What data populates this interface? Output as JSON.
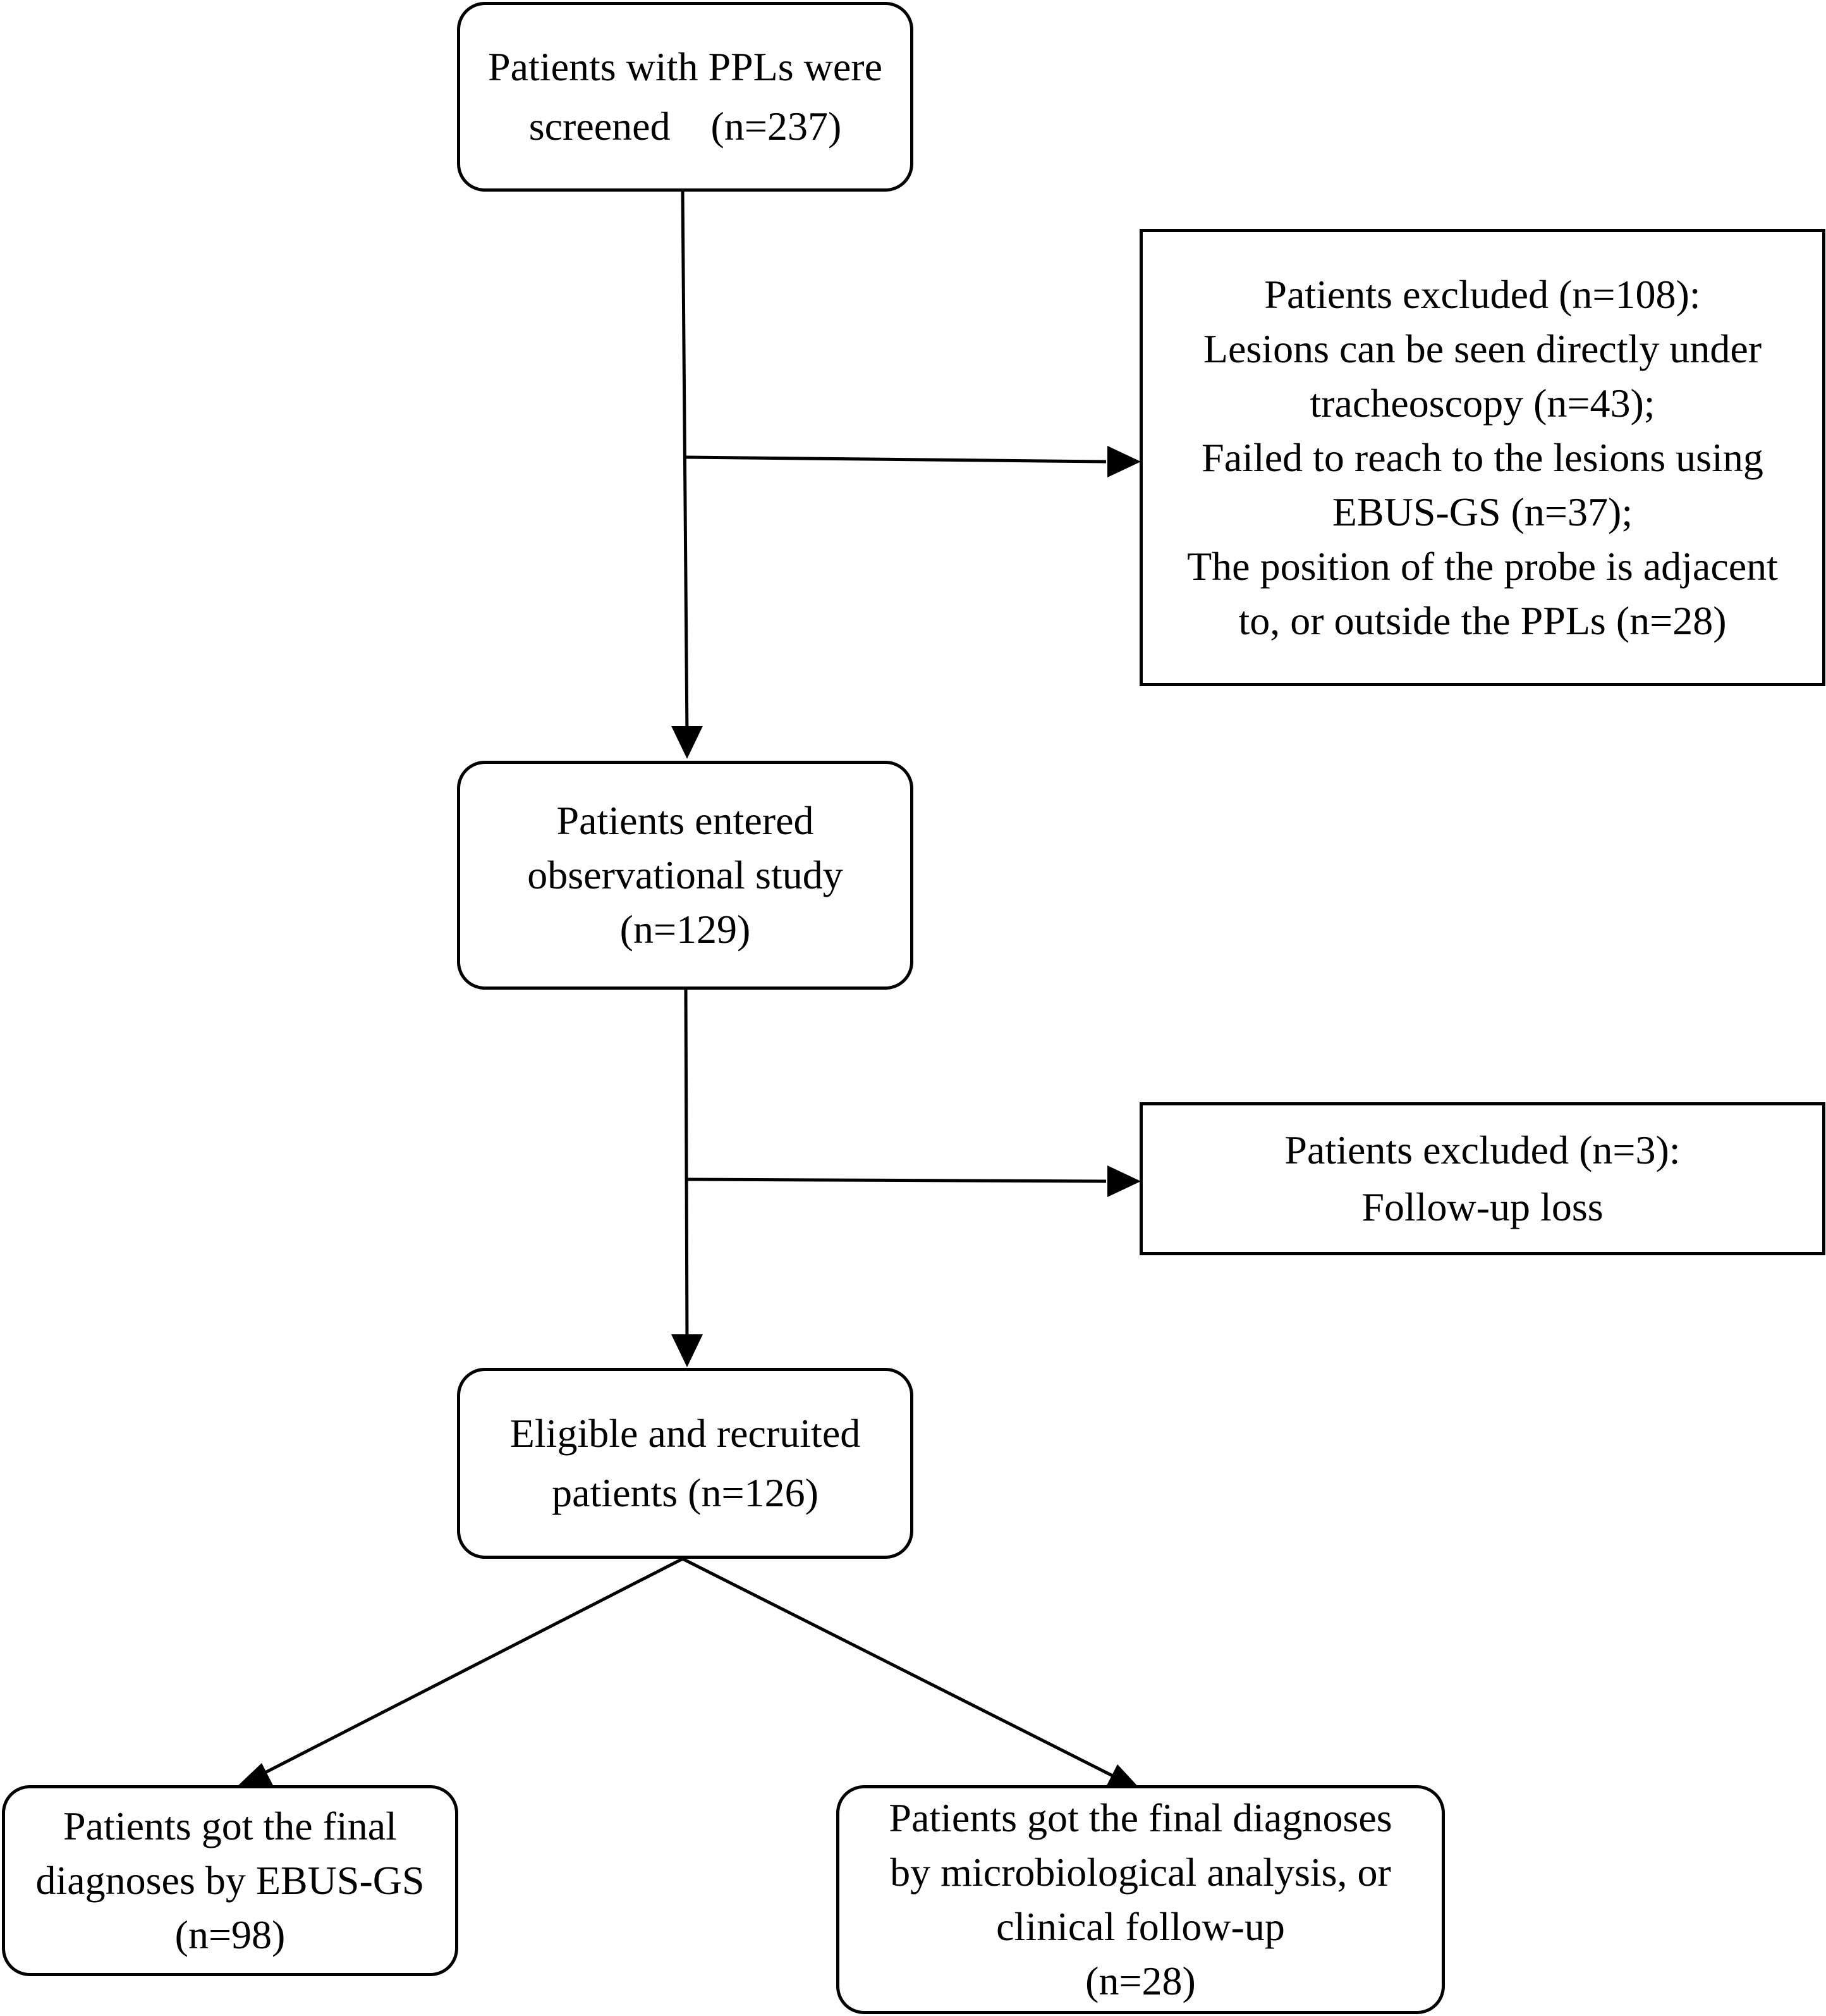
{
  "diagram": {
    "boxes": {
      "screened": {
        "lines": [
          "Patients with PPLs were",
          "screened　(n=237)"
        ]
      },
      "excluded_1": {
        "lines": [
          "Patients excluded (n=108):",
          "Lesions can be seen directly under",
          "tracheoscopy (n=43);",
          "Failed to reach to the lesions using",
          "EBUS-GS (n=37);",
          "The position of the probe is adjacent",
          "to, or outside the PPLs (n=28)"
        ]
      },
      "entered": {
        "lines": [
          "Patients entered",
          "observational study",
          "(n=129)"
        ]
      },
      "excluded_2": {
        "lines": [
          "Patients excluded (n=3):",
          "Follow-up loss"
        ]
      },
      "eligible": {
        "lines": [
          "Eligible and recruited",
          "patients (n=126)"
        ]
      },
      "final_ebus": {
        "lines": [
          "Patients got the final",
          "diagnoses by EBUS-GS",
          "(n=98)"
        ]
      },
      "final_micro": {
        "lines": [
          "Patients got the final diagnoses",
          "by microbiological analysis, or",
          "clinical follow-up",
          "(n=28)"
        ]
      }
    }
  }
}
